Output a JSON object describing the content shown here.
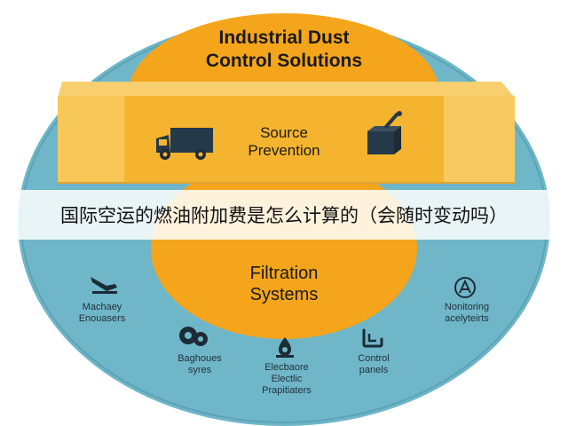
{
  "diagram": {
    "title": "Industrial Dust\nControl Solutions",
    "top_band": {
      "label": "Source\nPrevention",
      "icons": [
        "truck-icon",
        "dust-collector-icon"
      ]
    },
    "center": {
      "label": "Filtration\nSystems"
    },
    "outer_items": [
      {
        "name": "machinery",
        "label": "Machaey\nEnouasers",
        "icon": "machine-arm-icon"
      },
      {
        "name": "baghouse",
        "label": "Baghoues\nsyres",
        "icon": "baghouse-icon"
      },
      {
        "name": "electrostatic",
        "label": "Elecbaore\nElectlic\nPrapitiaters",
        "icon": "precipitator-icon"
      },
      {
        "name": "control",
        "label": "Control\npanels",
        "icon": "control-panel-icon"
      },
      {
        "name": "monitoring",
        "label": "Nonitoring\nacelyteirts",
        "icon": "monitor-gauge-icon"
      }
    ],
    "colors": {
      "outer_ring": "#6fb6c9",
      "orange": "#f4a51c",
      "band": "#f6c35a",
      "banner": "#ffffff"
    }
  },
  "banner": {
    "text": "国际空运的燃油附加费是怎么计算的（会随时变动吗）"
  }
}
